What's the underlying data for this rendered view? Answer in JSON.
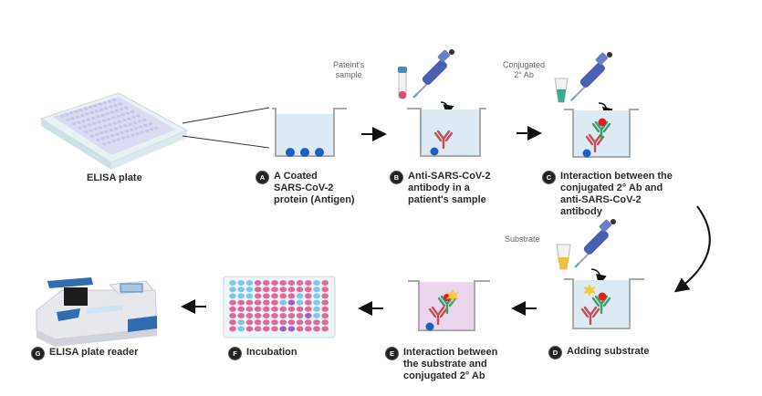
{
  "diagram": {
    "title": "ELISA workflow for anti-SARS-CoV-2 antibody detection",
    "plate_label": "ELISA plate",
    "reagent_labels": {
      "sample": [
        "Pateint's",
        "sample"
      ],
      "conjugate": [
        "Conjugated",
        "2° Ab"
      ],
      "substrate": "Substrate"
    },
    "steps": [
      {
        "badge": "A",
        "lines": [
          "A Coated",
          "SARS-CoV-2",
          "protein (Antigen)"
        ]
      },
      {
        "badge": "B",
        "lines": [
          "Anti-SARS-CoV-2",
          "antibody in a",
          "patient's sample"
        ]
      },
      {
        "badge": "C",
        "lines": [
          "Interaction between the",
          "conjugated 2° Ab and",
          "anti-SARS-CoV-2",
          "antibody"
        ]
      },
      {
        "badge": "D",
        "lines": [
          "Adding substrate"
        ]
      },
      {
        "badge": "E",
        "lines": [
          "Interaction between",
          "the substrate and",
          "conjugated 2° Ab"
        ]
      },
      {
        "badge": "F",
        "lines": [
          "Incubation"
        ]
      },
      {
        "badge": "G",
        "lines": [
          "ELISA plate reader"
        ]
      }
    ],
    "colors": {
      "well_fill": "#dbeaf3",
      "well_fill_substrate": "#ecd6ee",
      "antigen": "#1f5fbf",
      "primary_ab": "#c94f57",
      "secondary_ab": "#3aa06a",
      "enzyme": "#e02020",
      "substrate_burst": "#f6c943",
      "pipette": "#4b5fb0",
      "plate_blue_well": "#7ec6ec",
      "plate_pink_well": "#e0699c",
      "plate_purple_well": "#9a5fc8"
    },
    "incubation_plate": {
      "rows": 8,
      "cols": 12,
      "blue_wells": [
        [
          0,
          0
        ],
        [
          0,
          1
        ],
        [
          0,
          2
        ],
        [
          0,
          10
        ],
        [
          1,
          0
        ],
        [
          1,
          1
        ],
        [
          1,
          2
        ],
        [
          1,
          10
        ],
        [
          2,
          0
        ],
        [
          2,
          1
        ],
        [
          2,
          2
        ],
        [
          2,
          8
        ],
        [
          2,
          10
        ],
        [
          3,
          6
        ],
        [
          3,
          8
        ],
        [
          3,
          10
        ],
        [
          4,
          10
        ],
        [
          5,
          10
        ],
        [
          6,
          1
        ],
        [
          7,
          1
        ]
      ],
      "purple_wells": [
        [
          3,
          7
        ],
        [
          5,
          9
        ],
        [
          7,
          6
        ],
        [
          7,
          7
        ]
      ]
    }
  }
}
